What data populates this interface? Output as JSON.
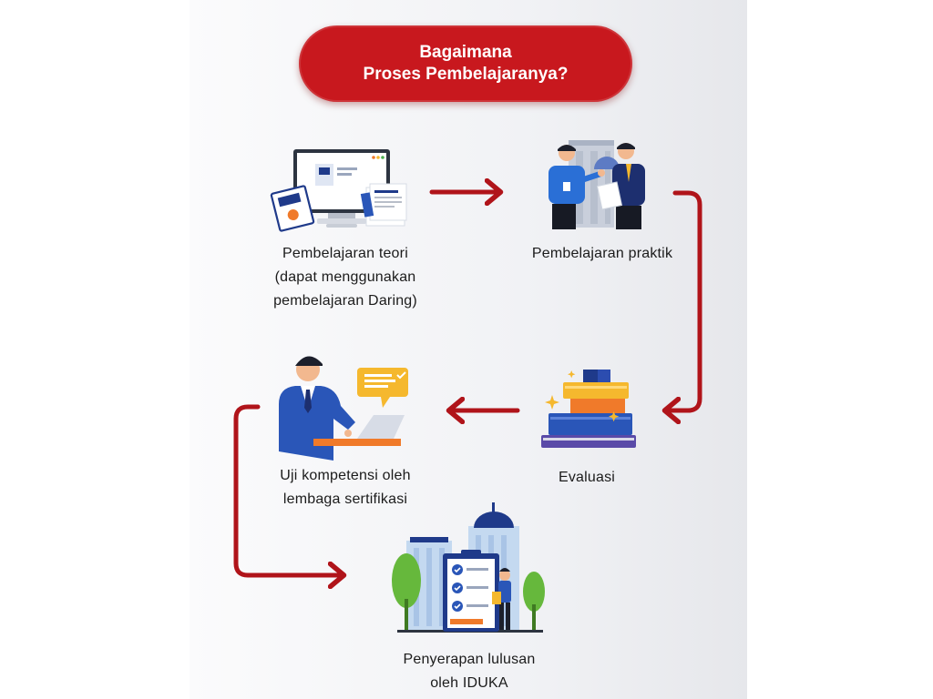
{
  "title": {
    "line1": "Bagaimana",
    "line2": "Proses Pembelajaranya?"
  },
  "steps": [
    {
      "lines": [
        "Pembelajaran teori",
        "(dapat menggunakan",
        "pembelajaran Daring)"
      ],
      "icon": "computer-documents-icon"
    },
    {
      "lines": [
        "Pembelajaran praktik"
      ],
      "icon": "two-businessmen-icon"
    },
    {
      "lines": [
        "Evaluasi"
      ],
      "icon": "book-stack-icon"
    },
    {
      "lines": [
        "Uji kompetensi oleh",
        "lembaga sertifikasi"
      ],
      "icon": "person-laptop-icon"
    },
    {
      "lines": [
        "Penyerapan lulusan",
        "oleh IDUKA"
      ],
      "icon": "building-checklist-icon"
    }
  ],
  "colors": {
    "accent": "#c8181e",
    "arrow": "#b0141a",
    "navy": "#1f3a8a",
    "orange": "#f07a2a",
    "yellow": "#f5b82e"
  }
}
